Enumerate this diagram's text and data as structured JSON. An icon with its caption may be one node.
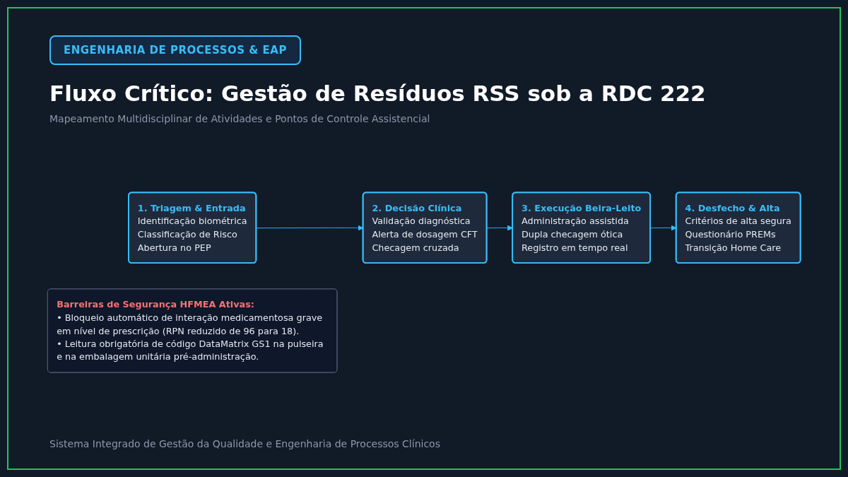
{
  "diagram": {
    "title": "Fluxo Crítico: Gestão de Resíduos RSS sob a RDC 222",
    "caption": "Mapeamento Multidisciplinar de Atividades e Pontos de Controle Assistencial",
    "nodes": [
      {
        "text": [
          "1. Triagem & Entrada",
          "Identificação biométrica",
          "Classificação de Risco",
          "Abertura no PEP"
        ]
      },
      {
        "text": [
          "2. Decisão Clínica",
          "Validação diagnóstica",
          "Alerta de dosagem CFT",
          "Checagem cruzada"
        ]
      },
      {
        "text": [
          "3. Execução Beira-Leito",
          "Administração assistida",
          "Dupla checagem ótica",
          "Registro em tempo real"
        ]
      },
      {
        "text": [
          "4. Desfecho & Alta",
          "Critérios de alta segura",
          "Questionário PREMs",
          "Transição Home Care"
        ]
      },
      {
        "text": [
          "Barreiras de Segurança HFMEA Ativas:",
          "• Bloqueio automático de interação medicamentosa grave em nível de prescrição (RPN reduzido de 96 para 18).",
          "• Leitura obrigatória de código DataMatrix GS1 na pulseira e na embalagem unitária pré-administração."
        ]
      }
    ],
    "edges": [
      {
        "from": 0,
        "to": 1,
        "arrow": "to"
      },
      {
        "from": 1,
        "to": 2,
        "arrow": "to"
      },
      {
        "from": 2,
        "to": 3,
        "arrow": "to"
      }
    ],
    "labels": [
      "ENGENHARIA DE PROCESSOS & EAP",
      "Sistema Integrado de Gestão da Qualidade e Engenharia de Processos Clínicos"
    ]
  }
}
